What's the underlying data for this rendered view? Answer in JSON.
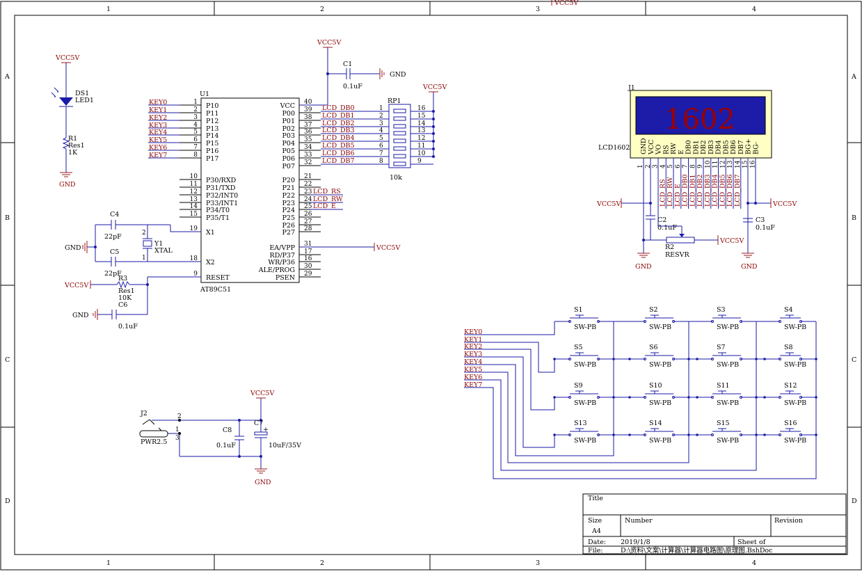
{
  "border": {
    "columns": [
      "1",
      "2",
      "3",
      "4"
    ],
    "rows": [
      "A",
      "B",
      "C",
      "D"
    ]
  },
  "power": {
    "vcc": "VCC5V",
    "gnd": "GND"
  },
  "mcu": {
    "ref": "U1",
    "part": "AT89C51",
    "left_pins": [
      {
        "num": "1",
        "name": "P10"
      },
      {
        "num": "2",
        "name": "P11"
      },
      {
        "num": "3",
        "name": "P12"
      },
      {
        "num": "4",
        "name": "P13"
      },
      {
        "num": "5",
        "name": "P14"
      },
      {
        "num": "6",
        "name": "P15"
      },
      {
        "num": "7",
        "name": "P16"
      },
      {
        "num": "8",
        "name": "P17"
      },
      {
        "num": "10",
        "name": "P30/RXD"
      },
      {
        "num": "11",
        "name": "P31/TXD"
      },
      {
        "num": "12",
        "name": "P32/INT0"
      },
      {
        "num": "13",
        "name": "P33/INT1"
      },
      {
        "num": "14",
        "name": "P34/T0"
      },
      {
        "num": "15",
        "name": "P35/T1"
      },
      {
        "num": "19",
        "name": "X1"
      },
      {
        "num": "18",
        "name": "X2"
      },
      {
        "num": "9",
        "name": "RESET"
      }
    ],
    "right_pins": [
      {
        "num": "40",
        "name": "VCC"
      },
      {
        "num": "39",
        "name": "P00"
      },
      {
        "num": "38",
        "name": "P01"
      },
      {
        "num": "37",
        "name": "P02"
      },
      {
        "num": "36",
        "name": "P03"
      },
      {
        "num": "35",
        "name": "P04"
      },
      {
        "num": "34",
        "name": "P05"
      },
      {
        "num": "33",
        "name": "P06"
      },
      {
        "num": "32",
        "name": "P07"
      },
      {
        "num": "21",
        "name": "P20"
      },
      {
        "num": "22",
        "name": "P21"
      },
      {
        "num": "23",
        "name": "P22"
      },
      {
        "num": "24",
        "name": "P23"
      },
      {
        "num": "25",
        "name": "P24"
      },
      {
        "num": "26",
        "name": "P25"
      },
      {
        "num": "27",
        "name": "P26"
      },
      {
        "num": "28",
        "name": "P27"
      },
      {
        "num": "31",
        "name": "EA/VPP"
      },
      {
        "num": "17",
        "name": "RD/P37"
      },
      {
        "num": "16",
        "name": "WR/P36"
      },
      {
        "num": "30",
        "name": "ALE/PROG"
      },
      {
        "num": "29",
        "name": "PSEN"
      }
    ]
  },
  "key_nets": [
    "KEY0",
    "KEY1",
    "KEY2",
    "KEY3",
    "KEY4",
    "KEY5",
    "KEY6",
    "KEY7"
  ],
  "lcd_nets": [
    "LCD_DB0",
    "LCD_DB1",
    "LCD_DB2",
    "LCD_DB3",
    "LCD_DB4",
    "LCD_DB5",
    "LCD_DB6",
    "LCD_DB7"
  ],
  "ctrl_nets": [
    "LCD_RS",
    "LCD_RW",
    "LCD_E"
  ],
  "rp1": {
    "ref": "RP1",
    "value": "10k",
    "left_nums": [
      "1",
      "2",
      "3",
      "4",
      "5",
      "6",
      "7",
      "8"
    ],
    "right_nums": [
      "16",
      "15",
      "14",
      "13",
      "12",
      "11",
      "10",
      "9"
    ]
  },
  "c1": {
    "ref": "C1",
    "value": "0.1uF"
  },
  "ds1": {
    "ref": "DS1",
    "value": "LED1"
  },
  "r1": {
    "ref": "R1",
    "type": "Res1",
    "value": "1K"
  },
  "c4": {
    "ref": "C4",
    "value": "22pF"
  },
  "c5": {
    "ref": "C5",
    "value": "22pF"
  },
  "y1": {
    "ref": "Y1",
    "value": "XTAL",
    "pin1": "1",
    "pin2": "2"
  },
  "r3": {
    "ref": "R3",
    "type": "Res1",
    "value": "10K"
  },
  "c6": {
    "ref": "C6",
    "value": "0.1uF"
  },
  "lcd": {
    "ref": "J1",
    "part": "LCD1602",
    "display": "1602",
    "pin_names": [
      "GND",
      "VCC",
      "VO",
      "RS",
      "RW",
      "E",
      "DB0",
      "DB1",
      "DB2",
      "DB3",
      "DB4",
      "DB5",
      "DB6",
      "DB7",
      "BG+",
      "BG-"
    ],
    "pin_nums": [
      "1",
      "2",
      "3",
      "4",
      "5",
      "6",
      "7",
      "8",
      "9",
      "10",
      "11",
      "12",
      "13",
      "14",
      "15",
      "16"
    ]
  },
  "c2": {
    "ref": "C2",
    "value": "0.1uF"
  },
  "c3": {
    "ref": "C3",
    "value": "0.1uF"
  },
  "r2": {
    "ref": "R2",
    "value": "RESVR"
  },
  "j2": {
    "ref": "J2",
    "value": "PWR2.5",
    "pin2": "2",
    "pin1": "1",
    "pin3": "3"
  },
  "c8": {
    "ref": "C8",
    "value": "0.1uF"
  },
  "c7": {
    "ref": "C7",
    "value": "10uF/35V",
    "polarity": "+"
  },
  "switches": {
    "refs": [
      "S1",
      "S2",
      "S3",
      "S4",
      "S5",
      "S6",
      "S7",
      "S8",
      "S9",
      "S10",
      "S11",
      "S12",
      "S13",
      "S14",
      "S15",
      "S16"
    ],
    "type": "SW-PB"
  },
  "title_block": {
    "title_label": "Title",
    "size_label": "Size",
    "size_value": "A4",
    "number_label": "Number",
    "revision_label": "Revision",
    "date_label": "Date:",
    "date_value": "2019/1/8",
    "sheet_label": "Sheet",
    "of_label": "of",
    "file_label": "File:",
    "file_value": "D:\\资料\\文案\\计算器\\计算器电路图\\原理图.BshDoc"
  },
  "colors": {
    "wire": "#1a1aa6",
    "power": "#8b0000",
    "lcd_screen": "#1c1ca8",
    "lcd_bezel": "#ffffc4"
  }
}
